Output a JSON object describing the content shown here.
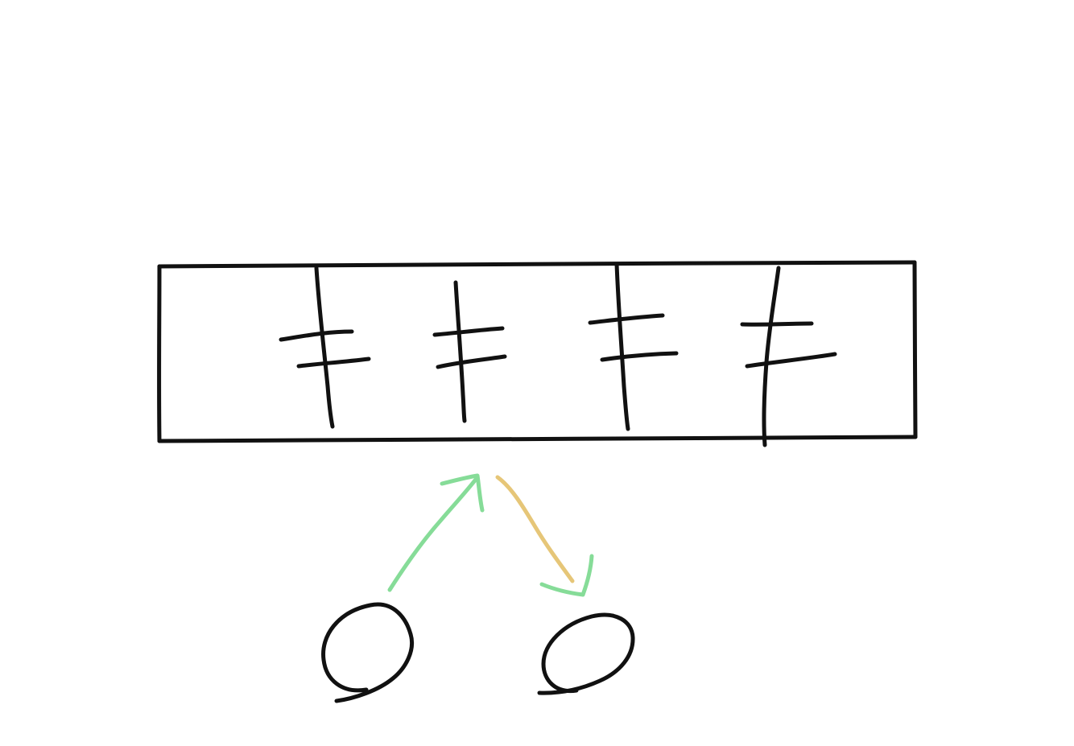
{
  "diagram": {
    "style": "hand-drawn sketch",
    "container": {
      "shape": "rectangle",
      "contents": "4 glyph marks"
    },
    "glyphs": [
      {
        "index": 1,
        "kind": "vertical stroke with two horizontal crossbars"
      },
      {
        "index": 2,
        "kind": "vertical stroke with two horizontal crossbars"
      },
      {
        "index": 3,
        "kind": "vertical stroke with two horizontal crossbars"
      },
      {
        "index": 4,
        "kind": "vertical stroke with two horizontal crossbars"
      }
    ],
    "nodes": [
      {
        "id": "left-circle"
      },
      {
        "id": "right-circle"
      }
    ],
    "edges": [
      {
        "from": "left-circle",
        "to": "container",
        "color_name": "green"
      },
      {
        "from": "container",
        "to": "right-circle",
        "color_name": "amber-to-green"
      }
    ],
    "colors": {
      "stroke": "#111111",
      "green_arrow": "#86dc98",
      "amber_arrow": "#e6c678",
      "background": "#ffffff"
    }
  }
}
